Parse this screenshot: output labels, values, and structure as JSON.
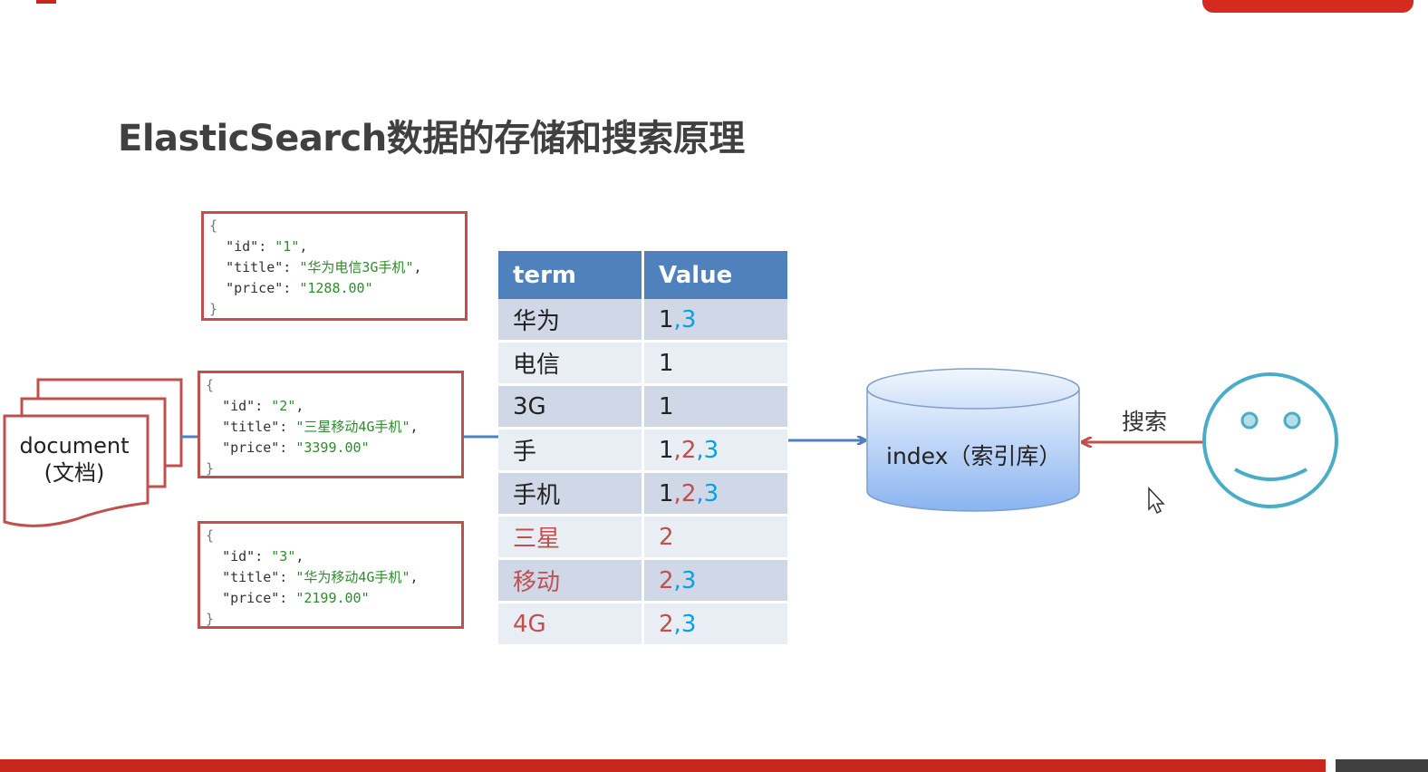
{
  "title": "ElasticSearch数据的存储和搜索原理",
  "document_label": {
    "line1": "document",
    "line2": "(文档)"
  },
  "documents": [
    {
      "id": "1",
      "title": "华为电信3G手机",
      "price": "1288.00"
    },
    {
      "id": "2",
      "title": "三星移动4G手机",
      "price": "3399.00"
    },
    {
      "id": "3",
      "title": "华为移动4G手机",
      "price": "2199.00"
    }
  ],
  "table": {
    "headers": [
      "term",
      "Value"
    ],
    "rows": [
      {
        "term": "华为",
        "ids": [
          "1",
          "3"
        ]
      },
      {
        "term": "电信",
        "ids": [
          "1"
        ]
      },
      {
        "term": "3G",
        "ids": [
          "1"
        ]
      },
      {
        "term": "手",
        "ids": [
          "1",
          "2",
          "3"
        ]
      },
      {
        "term": "手机",
        "ids": [
          "1",
          "2",
          "3"
        ]
      },
      {
        "term": "三星",
        "ids": [
          "2"
        ]
      },
      {
        "term": "移动",
        "ids": [
          "2",
          "3"
        ]
      },
      {
        "term": "4G",
        "ids": [
          "2",
          "3"
        ]
      }
    ]
  },
  "index_label": "index（索引库）",
  "search_label": "搜索",
  "colors": {
    "accent_red": "#c0504d",
    "table_header": "#4f81bd",
    "id_blue": "#00a2e8",
    "brand_red": "#c8271d"
  }
}
